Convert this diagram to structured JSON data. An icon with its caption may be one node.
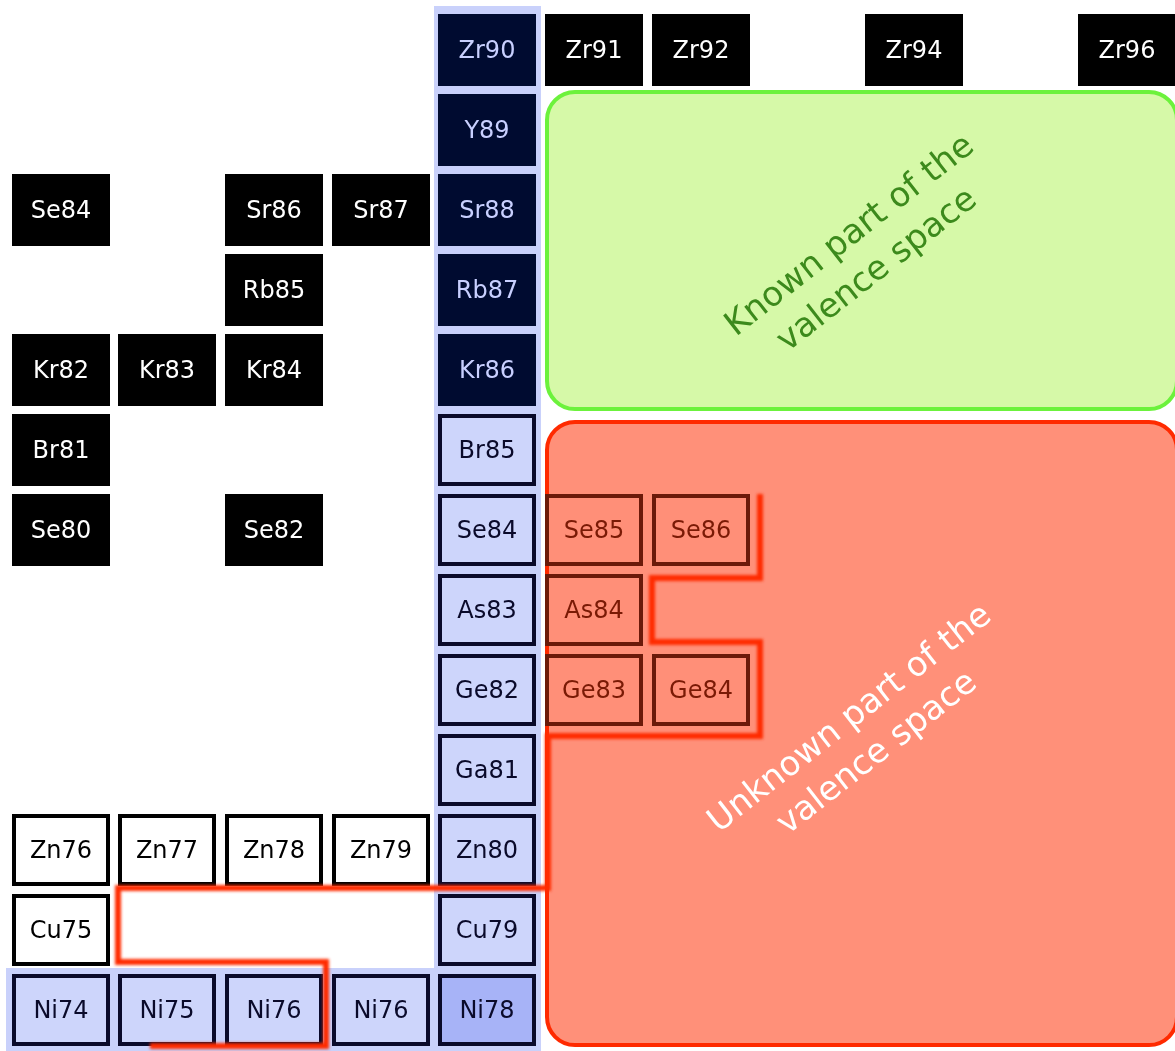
{
  "diagram": {
    "nodes": [
      {
        "text": [
          "Zr90"
        ]
      },
      {
        "text": [
          "Zr91"
        ]
      },
      {
        "text": [
          "Zr92"
        ]
      },
      {
        "text": [
          "Zr94"
        ]
      },
      {
        "text": [
          "Zr96"
        ]
      },
      {
        "text": [
          "Y89"
        ]
      },
      {
        "text": [
          "Known part of the valence space"
        ]
      },
      {
        "text": [
          "Se84"
        ]
      },
      {
        "text": [
          "Sr86"
        ]
      },
      {
        "text": [
          "Sr87"
        ]
      },
      {
        "text": [
          "Sr88"
        ]
      },
      {
        "text": [
          "Rb85"
        ]
      },
      {
        "text": [
          "Rb87"
        ]
      },
      {
        "text": [
          "Kr82"
        ]
      },
      {
        "text": [
          "Kr83"
        ]
      },
      {
        "text": [
          "Kr84"
        ]
      },
      {
        "text": [
          "Kr86"
        ]
      },
      {
        "text": [
          "Br81"
        ]
      },
      {
        "text": [
          "Br85"
        ]
      },
      {
        "text": [
          "Unknown part of the valence space"
        ]
      },
      {
        "text": [
          "Se80"
        ]
      },
      {
        "text": [
          "Se82"
        ]
      },
      {
        "text": [
          "Se84"
        ]
      },
      {
        "text": [
          "Se85"
        ],
        "in": 19
      },
      {
        "text": [
          "Se86"
        ],
        "in": 19
      },
      {
        "text": [
          "As83"
        ]
      },
      {
        "text": [
          "As84"
        ],
        "in": 19
      },
      {
        "text": [
          "Ge82"
        ]
      },
      {
        "text": [
          "Ge83"
        ],
        "in": 19
      },
      {
        "text": [
          "Ge84"
        ],
        "in": 19
      },
      {
        "text": [
          "Ga81"
        ]
      },
      {
        "text": [
          "Zn76"
        ]
      },
      {
        "text": [
          "Zn77"
        ]
      },
      {
        "text": [
          "Zn78"
        ]
      },
      {
        "text": [
          "Zn79"
        ]
      },
      {
        "text": [
          "Zn80"
        ]
      },
      {
        "text": [
          "Cu75"
        ]
      },
      {
        "text": [
          "Cu79"
        ]
      },
      {
        "text": [
          "Ni74"
        ]
      },
      {
        "text": [
          "Ni75"
        ]
      },
      {
        "text": [
          "Ni76"
        ]
      },
      {
        "text": [
          "Ni76"
        ]
      },
      {
        "text": [
          "Ni78"
        ]
      }
    ]
  }
}
